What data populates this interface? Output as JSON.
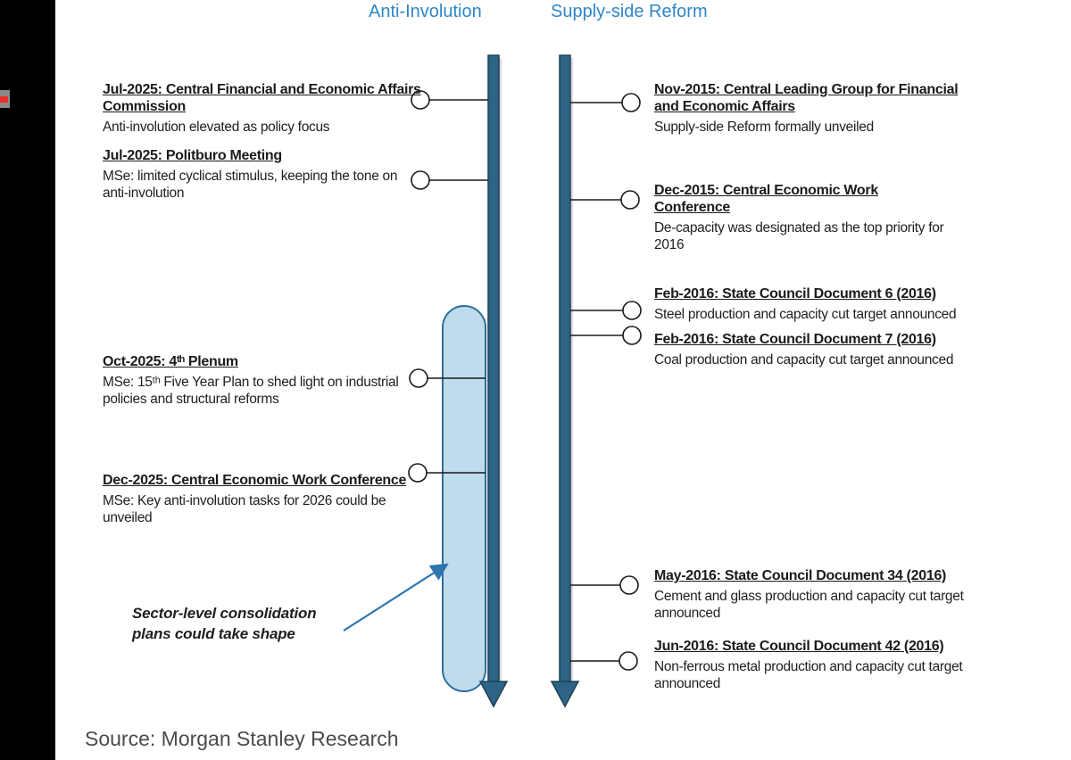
{
  "columns": {
    "left_label": "Anti-Involution",
    "right_label": "Supply-side Reform"
  },
  "left_events": [
    {
      "title": "Jul-2025: Central Financial and Economic Affairs Commission",
      "desc": "Anti-involution elevated as policy focus"
    },
    {
      "title": "Jul-2025: Politburo Meeting",
      "desc": "MSe: limited cyclical stimulus, keeping the tone on anti-involution"
    },
    {
      "title": "Oct-2025: 4ᵗʰ Plenum",
      "desc": "MSe: 15ᵗʰ Five Year Plan to shed light on industrial policies and structural reforms"
    },
    {
      "title": "Dec-2025: Central Economic Work Conference",
      "desc": "MSe: Key anti-involution tasks for 2026 could be unveiled"
    }
  ],
  "right_events": [
    {
      "title": "Nov-2015: Central Leading Group for Financial and Economic Affairs",
      "desc": "Supply-side Reform formally unveiled"
    },
    {
      "title": "Dec-2015: Central Economic Work Conference",
      "desc": "De-capacity was designated as the top priority for 2016"
    },
    {
      "title": "Feb-2016: State Council Document 6 (2016)",
      "desc": "Steel production and capacity cut target announced"
    },
    {
      "title": "Feb-2016: State Council Document 7 (2016)",
      "desc": "Coal production and capacity cut target announced"
    },
    {
      "title": "May-2016: State Council Document 34 (2016)",
      "desc": "Cement and glass production and capacity cut target announced"
    },
    {
      "title": "Jun-2016: State Council Document 42 (2016)",
      "desc": "Non-ferrous metal production and capacity cut target announced"
    }
  ],
  "annotation": "Sector-level consolidation plans could take shape",
  "source": "Source: Morgan Stanley Research",
  "colors": {
    "header_blue": "#2f86c7",
    "bar_fill": "#2d6486",
    "bar_stroke": "#1e4156",
    "capsule_fill": "#bfdcec",
    "capsule_stroke": "#2d6e99",
    "annotation_arrow_blue": "#2e75ad",
    "marker_red": "#e8302a"
  }
}
